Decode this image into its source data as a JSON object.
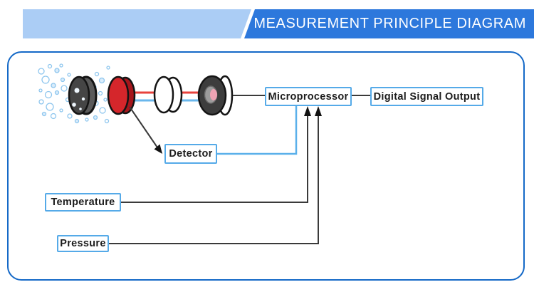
{
  "header": {
    "title": "MEASUREMENT PRINCIPLE DIAGRAM"
  },
  "diagram": {
    "nodes": {
      "microprocessor": {
        "label": "Microprocessor"
      },
      "digital_signal_output": {
        "label": "Digital Signal Output"
      },
      "detector": {
        "label": "Detector"
      },
      "temperature": {
        "label": "Temperature"
      },
      "pressure": {
        "label": "Pressure"
      }
    }
  },
  "colors": {
    "header_light": "#abcdf5",
    "header_dark": "#2d78dc",
    "frame_border": "#1569c7",
    "box_border": "#55aae8",
    "beam_red": "#e8423c",
    "beam_blue": "#6ab7ec",
    "connector_blue": "#5ab0ea",
    "connector_dark": "#3a3a3a",
    "emitter_red": "#d5262b",
    "bubble_blue": "#8ec6ee",
    "detector_pink": "#f0a3b4",
    "text_dark": "#1c1c1c"
  }
}
